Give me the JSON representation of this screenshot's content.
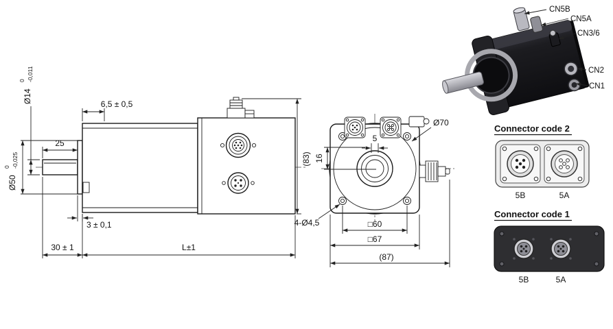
{
  "side_view": {
    "shaft_dia": "Ø14",
    "shaft_dia_tol_upper": "0",
    "shaft_dia_tol_lower": "-0,011",
    "flange_dia": "Ø50",
    "flange_dia_tol_upper": "0",
    "flange_dia_tol_lower": "-0,025",
    "dim_shaft_len": "25",
    "dim_key": "6,5 ± 0,5",
    "dim_height": "(83)",
    "dim_spigot": "3 ± 0,1",
    "dim_shaft_total": "30 ± 1",
    "dim_length": "L±1"
  },
  "front_view": {
    "dim_offset": "5",
    "dim_16": "16",
    "dim_circle": "Ø70",
    "dim_holes": "4-Ø4,5",
    "dim_square60": "□60",
    "dim_square67": "□67",
    "dim_width": "(87)"
  },
  "photo": {
    "labels": [
      "CN5B",
      "CN5A",
      "CN3/6",
      "CN2",
      "CN1"
    ]
  },
  "connector_code_2": {
    "title": "Connector code 2",
    "left_label": "5B",
    "right_label": "5A"
  },
  "connector_code_1": {
    "title": "Connector code 1",
    "left_label": "5B",
    "right_label": "5A"
  },
  "colors": {
    "line": "#1a1a1a",
    "dim": "#222222",
    "photo_body": "#1c1c20"
  }
}
